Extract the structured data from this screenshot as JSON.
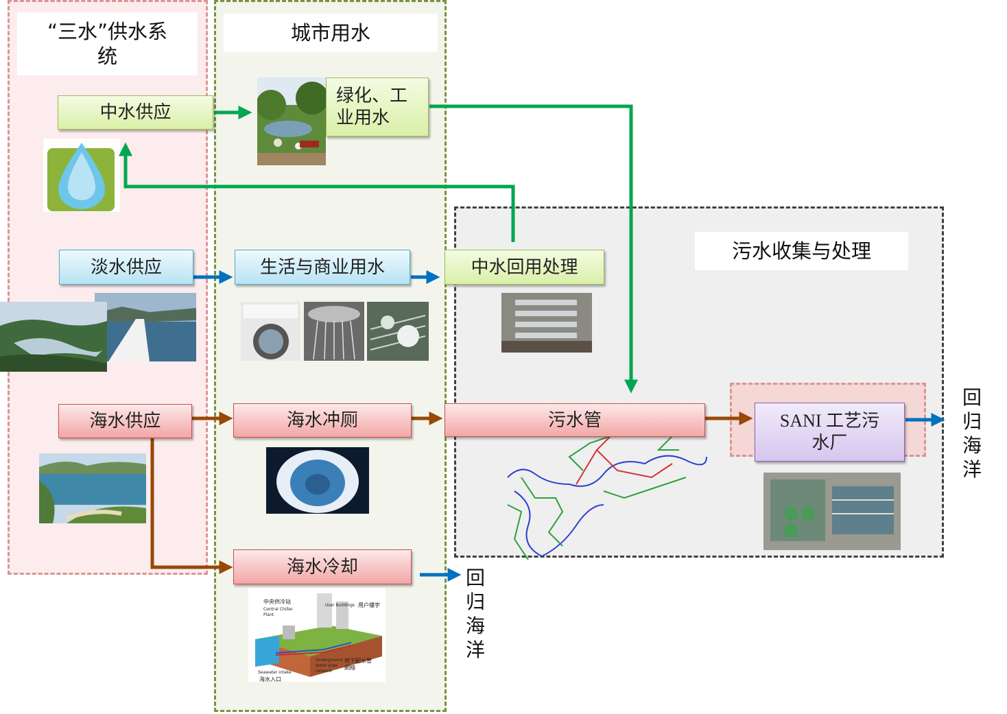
{
  "regions": {
    "supply_title": "“三水”供水系统",
    "urban_title": "城市用水",
    "sewage_title": "污水收集与处理"
  },
  "nodes": {
    "reclaimed_supply": "中水供应",
    "greening_industrial": "绿化、工业用水",
    "fresh_supply": "淡水供应",
    "domestic_commercial": "生活与商业用水",
    "reclaimed_treatment": "中水回用处理",
    "sea_supply": "海水供应",
    "seawater_flushing": "海水冲厕",
    "sewer": "污水管",
    "sani_plant": "SANI 工艺污水厂",
    "seawater_cooling": "海水冷却"
  },
  "outlets": {
    "return_sea_1": "回归海洋",
    "return_sea_2": "回归海洋"
  },
  "cooling_diagram_labels": {
    "central_chiller_cn": "中央供冷站",
    "central_chiller_en": "Central Chiller Plant",
    "user_buildings_en": "User Buildings",
    "user_buildings_cn": "用户樓宇",
    "underground_en": "Underground water-pipe network",
    "underground_cn": "地下配水管網絡",
    "seawater_intake_en": "Seawater intake",
    "seawater_intake_cn": "海水入口"
  },
  "colors": {
    "reclaimed_flow": "#00a651",
    "fresh_flow": "#0070c0",
    "sea_flow": "#984807"
  }
}
